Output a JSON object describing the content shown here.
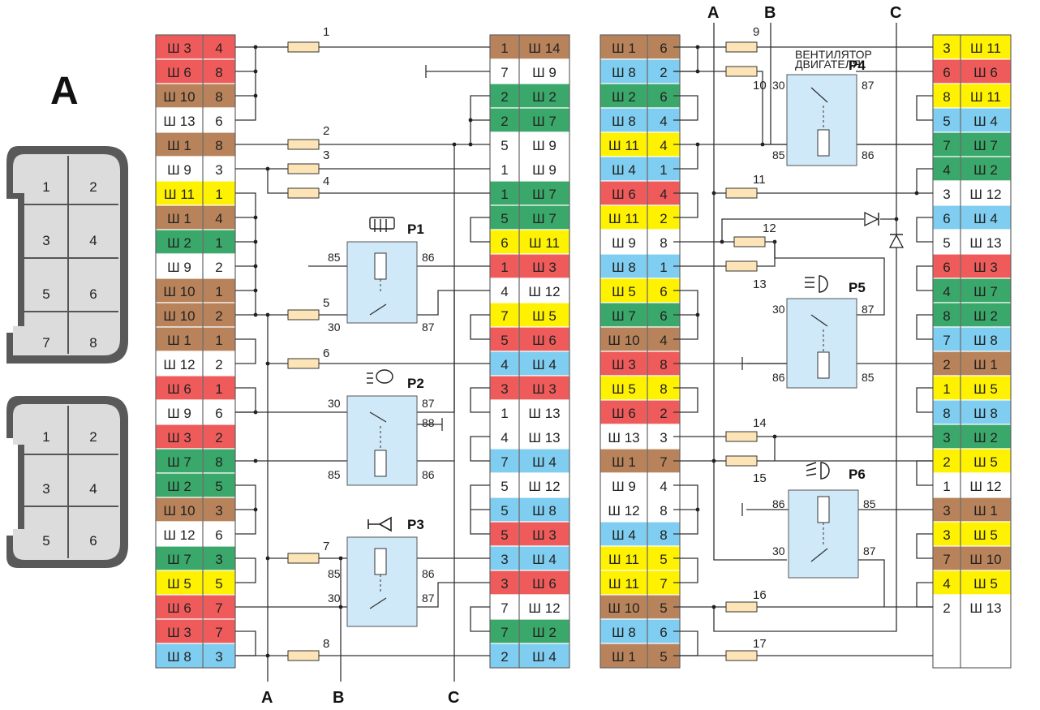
{
  "colors": {
    "red": "#ef5b5b",
    "white": "#ffffff",
    "brown": "#b8835a",
    "yellow": "#fff200",
    "green": "#3aa86a",
    "blue": "#7fcdf0",
    "relay": "#cfe9f8",
    "fuse": "#fce4b6"
  },
  "connector_title": "A",
  "connector8_pins": [
    "1",
    "2",
    "3",
    "4",
    "5",
    "6",
    "7",
    "8"
  ],
  "connector6_pins": [
    "1",
    "2",
    "3",
    "4",
    "5",
    "6"
  ],
  "col_left": [
    {
      "a": "Ш 3",
      "b": "4",
      "c": "red"
    },
    {
      "a": "Ш 6",
      "b": "8",
      "c": "red"
    },
    {
      "a": "Ш 10",
      "b": "8",
      "c": "brown"
    },
    {
      "a": "Ш 13",
      "b": "6",
      "c": "white"
    },
    {
      "a": "Ш 1",
      "b": "8",
      "c": "brown"
    },
    {
      "a": "Ш 9",
      "b": "3",
      "c": "white"
    },
    {
      "a": "Ш 11",
      "b": "1",
      "c": "yellow"
    },
    {
      "a": "Ш 1",
      "b": "4",
      "c": "brown"
    },
    {
      "a": "Ш 2",
      "b": "1",
      "c": "green"
    },
    {
      "a": "Ш 9",
      "b": "2",
      "c": "white"
    },
    {
      "a": "Ш 10",
      "b": "1",
      "c": "brown"
    },
    {
      "a": "Ш 10",
      "b": "2",
      "c": "brown"
    },
    {
      "a": "Ш 1",
      "b": "1",
      "c": "brown"
    },
    {
      "a": "Ш 12",
      "b": "2",
      "c": "white"
    },
    {
      "a": "Ш 6",
      "b": "1",
      "c": "red"
    },
    {
      "a": "Ш 9",
      "b": "6",
      "c": "white"
    },
    {
      "a": "Ш 3",
      "b": "2",
      "c": "red"
    },
    {
      "a": "Ш 7",
      "b": "8",
      "c": "green"
    },
    {
      "a": "Ш 2",
      "b": "5",
      "c": "green"
    },
    {
      "a": "Ш 10",
      "b": "3",
      "c": "brown"
    },
    {
      "a": "Ш 12",
      "b": "6",
      "c": "white"
    },
    {
      "a": "Ш 7",
      "b": "3",
      "c": "green"
    },
    {
      "a": "Ш 5",
      "b": "5",
      "c": "yellow"
    },
    {
      "a": "Ш 6",
      "b": "7",
      "c": "red"
    },
    {
      "a": "Ш 3",
      "b": "7",
      "c": "red"
    },
    {
      "a": "Ш 8",
      "b": "3",
      "c": "blue"
    }
  ],
  "col_midright": [
    {
      "a": "1",
      "b": "Ш 14",
      "c": "brown"
    },
    {
      "a": "7",
      "b": "Ш 9",
      "c": "white"
    },
    {
      "a": "2",
      "b": "Ш 2",
      "c": "green"
    },
    {
      "a": "2",
      "b": "Ш 7",
      "c": "green"
    },
    {
      "a": "5",
      "b": "Ш 9",
      "c": "white"
    },
    {
      "a": "1",
      "b": "Ш 9",
      "c": "white"
    },
    {
      "a": "1",
      "b": "Ш 7",
      "c": "green"
    },
    {
      "a": "5",
      "b": "Ш 7",
      "c": "green"
    },
    {
      "a": "6",
      "b": "Ш 11",
      "c": "yellow"
    },
    {
      "a": "1",
      "b": "Ш 3",
      "c": "red"
    },
    {
      "a": "4",
      "b": "Ш 12",
      "c": "white"
    },
    {
      "a": "7",
      "b": "Ш 5",
      "c": "yellow"
    },
    {
      "a": "5",
      "b": "Ш 6",
      "c": "red"
    },
    {
      "a": "4",
      "b": "Ш 4",
      "c": "blue"
    },
    {
      "a": "3",
      "b": "Ш 3",
      "c": "red"
    },
    {
      "a": "1",
      "b": "Ш 13",
      "c": "white"
    },
    {
      "a": "4",
      "b": "Ш 13",
      "c": "white"
    },
    {
      "a": "7",
      "b": "Ш 4",
      "c": "blue"
    },
    {
      "a": "5",
      "b": "Ш 12",
      "c": "white"
    },
    {
      "a": "5",
      "b": "Ш 8",
      "c": "blue"
    },
    {
      "a": "5",
      "b": "Ш 3",
      "c": "red"
    },
    {
      "a": "3",
      "b": "Ш 4",
      "c": "blue"
    },
    {
      "a": "3",
      "b": "Ш 6",
      "c": "red"
    },
    {
      "a": "7",
      "b": "Ш 12",
      "c": "white"
    },
    {
      "a": "7",
      "b": "Ш 2",
      "c": "green"
    },
    {
      "a": "2",
      "b": "Ш 4",
      "c": "blue"
    }
  ],
  "col_right1": [
    {
      "a": "Ш 1",
      "b": "6",
      "c": "brown"
    },
    {
      "a": "Ш 8",
      "b": "2",
      "c": "blue"
    },
    {
      "a": "Ш 2",
      "b": "6",
      "c": "green"
    },
    {
      "a": "Ш 8",
      "b": "4",
      "c": "blue"
    },
    {
      "a": "Ш 11",
      "b": "4",
      "c": "yellow"
    },
    {
      "a": "Ш 4",
      "b": "1",
      "c": "blue"
    },
    {
      "a": "Ш 6",
      "b": "4",
      "c": "red"
    },
    {
      "a": "Ш 11",
      "b": "2",
      "c": "yellow"
    },
    {
      "a": "Ш 9",
      "b": "8",
      "c": "white"
    },
    {
      "a": "Ш 8",
      "b": "1",
      "c": "blue"
    },
    {
      "a": "Ш 5",
      "b": "6",
      "c": "yellow"
    },
    {
      "a": "Ш 7",
      "b": "6",
      "c": "green"
    },
    {
      "a": "Ш 10",
      "b": "4",
      "c": "brown"
    },
    {
      "a": "Ш 3",
      "b": "8",
      "c": "red"
    },
    {
      "a": "Ш 5",
      "b": "8",
      "c": "yellow"
    },
    {
      "a": "Ш 6",
      "b": "2",
      "c": "red"
    },
    {
      "a": "Ш 13",
      "b": "3",
      "c": "white"
    },
    {
      "a": "Ш 1",
      "b": "7",
      "c": "brown"
    },
    {
      "a": "Ш 9",
      "b": "4",
      "c": "white"
    },
    {
      "a": "Ш 12",
      "b": "8",
      "c": "white"
    },
    {
      "a": "Ш 4",
      "b": "8",
      "c": "blue"
    },
    {
      "a": "Ш 11",
      "b": "5",
      "c": "yellow"
    },
    {
      "a": "Ш 11",
      "b": "7",
      "c": "yellow"
    },
    {
      "a": "Ш 10",
      "b": "5",
      "c": "brown"
    },
    {
      "a": "Ш 8",
      "b": "6",
      "c": "blue"
    },
    {
      "a": "Ш 1",
      "b": "5",
      "c": "brown"
    }
  ],
  "col_right2": [
    {
      "a": "3",
      "b": "Ш 11",
      "c": "yellow"
    },
    {
      "a": "6",
      "b": "Ш 6",
      "c": "red"
    },
    {
      "a": "8",
      "b": "Ш 11",
      "c": "yellow"
    },
    {
      "a": "5",
      "b": "Ш 4",
      "c": "blue"
    },
    {
      "a": "7",
      "b": "Ш 7",
      "c": "green"
    },
    {
      "a": "4",
      "b": "Ш 2",
      "c": "green"
    },
    {
      "a": "3",
      "b": "Ш 12",
      "c": "white"
    },
    {
      "a": "6",
      "b": "Ш 4",
      "c": "blue"
    },
    {
      "a": "5",
      "b": "Ш 13",
      "c": "white"
    },
    {
      "a": "6",
      "b": "Ш 3",
      "c": "red"
    },
    {
      "a": "4",
      "b": "Ш 7",
      "c": "green"
    },
    {
      "a": "8",
      "b": "Ш 2",
      "c": "green"
    },
    {
      "a": "7",
      "b": "Ш 8",
      "c": "blue"
    },
    {
      "a": "2",
      "b": "Ш 1",
      "c": "brown"
    },
    {
      "a": "1",
      "b": "Ш 5",
      "c": "yellow"
    },
    {
      "a": "8",
      "b": "Ш 8",
      "c": "blue"
    },
    {
      "a": "3",
      "b": "Ш 2",
      "c": "green"
    },
    {
      "a": "2",
      "b": "Ш 5",
      "c": "yellow"
    },
    {
      "a": "1",
      "b": "Ш 12",
      "c": "white"
    },
    {
      "a": "3",
      "b": "Ш 1",
      "c": "brown"
    },
    {
      "a": "3",
      "b": "Ш 5",
      "c": "yellow"
    },
    {
      "a": "7",
      "b": "Ш 10",
      "c": "brown"
    },
    {
      "a": "4",
      "b": "Ш 5",
      "c": "yellow"
    },
    {
      "a": "2",
      "b": "Ш 13",
      "c": "white"
    },
    {
      "a": "",
      "b": "",
      "c": "white"
    },
    {
      "a": "",
      "b": "",
      "c": "white"
    }
  ],
  "fuse_labels": [
    "1",
    "2",
    "3",
    "4",
    "5",
    "6",
    "7",
    "8",
    "9",
    "10",
    "11",
    "12",
    "13",
    "14",
    "15",
    "16",
    "17"
  ],
  "relays": {
    "p1": {
      "name": "P1",
      "pins": [
        "85",
        "86",
        "30",
        "87"
      ]
    },
    "p2": {
      "name": "P2",
      "pins": [
        "30",
        "87",
        "88",
        "85",
        "86"
      ]
    },
    "p3": {
      "name": "P3",
      "pins": [
        "85",
        "86",
        "30",
        "87"
      ]
    },
    "p4": {
      "name": "P4",
      "caption1": "ВЕНТИЛЯТОР",
      "caption2": "ДВИГАТЕЛЯ",
      "pins": [
        "30",
        "87",
        "85",
        "86"
      ]
    },
    "p5": {
      "name": "P5",
      "pins": [
        "30",
        "87",
        "86",
        "85"
      ]
    },
    "p6": {
      "name": "P6",
      "pins": [
        "86",
        "85",
        "30",
        "87"
      ]
    }
  },
  "bus_labels": [
    "A",
    "B",
    "C"
  ]
}
